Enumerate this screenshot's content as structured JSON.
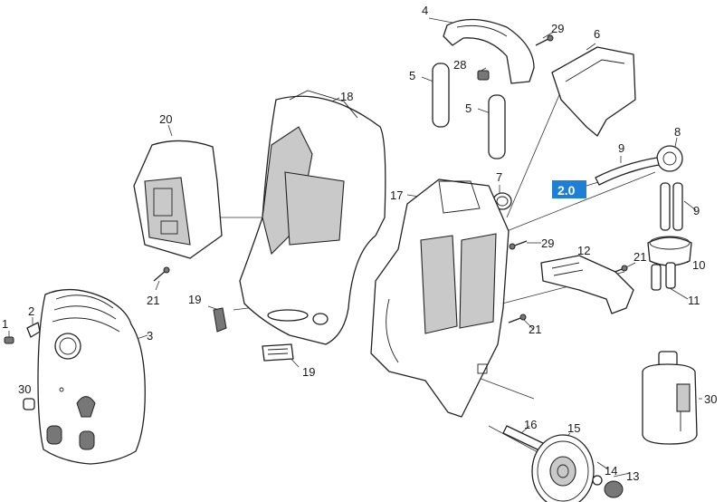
{
  "diagram": {
    "callouts": {
      "c1": "1",
      "c2": "2",
      "c3": "3",
      "c4": "4",
      "c5a": "5",
      "c5b": "5",
      "c6": "6",
      "c7": "7",
      "c8": "8",
      "c9a": "9",
      "c9b": "9",
      "c10": "10",
      "c11": "11",
      "c12": "12",
      "c13": "13",
      "c14": "14",
      "c15": "15",
      "c16": "16",
      "c17": "17",
      "c18": "18",
      "c19a": "19",
      "c19b": "19",
      "c20": "20",
      "c21a": "21",
      "c21b": "21",
      "c21c": "21",
      "c28": "28",
      "c29a": "29",
      "c29b": "29",
      "c30a": "30",
      "c30b": "30"
    },
    "badge": {
      "text": "2.0",
      "color": "#1e7fd6"
    }
  }
}
